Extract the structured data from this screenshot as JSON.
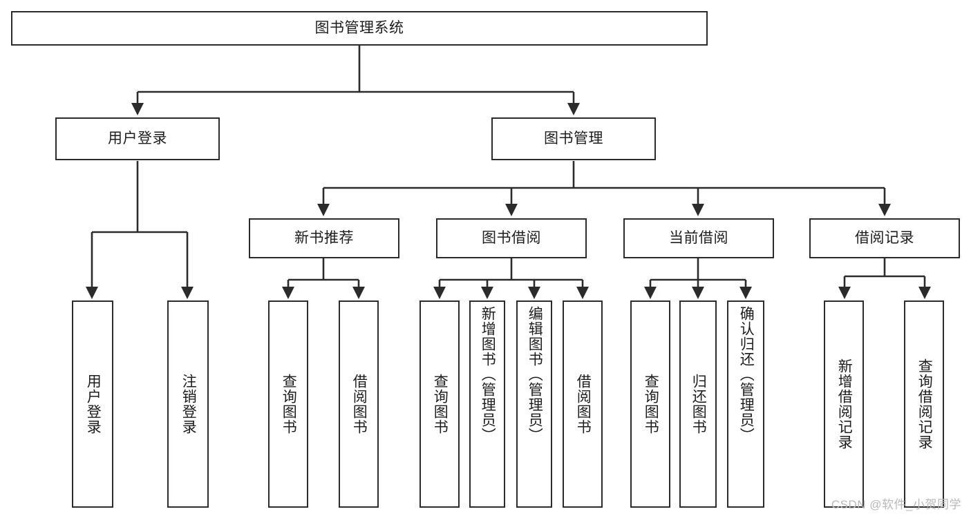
{
  "diagram": {
    "title": "图书管理系统",
    "type": "tree",
    "watermark": "CSDN @软件_小贺同学",
    "colors": {
      "node_border": "#2b2b2b",
      "node_fill": "#ffffff",
      "edge": "#2b2b2b",
      "text": "#1d1d1d",
      "watermark": "#b9b9b9",
      "background": "#ffffff"
    },
    "nodes": {
      "root": {
        "label": "图书管理系统",
        "level": 1,
        "orientation": "horizontal"
      },
      "l2_0": {
        "label": "用户登录",
        "level": 2,
        "orientation": "horizontal"
      },
      "l2_1": {
        "label": "图书管理",
        "level": 2,
        "orientation": "horizontal"
      },
      "l3_0": {
        "label": "新书推荐",
        "level": 3,
        "orientation": "horizontal"
      },
      "l3_1": {
        "label": "图书借阅",
        "level": 3,
        "orientation": "horizontal"
      },
      "l3_2": {
        "label": "当前借阅",
        "level": 3,
        "orientation": "horizontal"
      },
      "l3_3": {
        "label": "借阅记录",
        "level": 3,
        "orientation": "horizontal"
      },
      "leaf_0": {
        "label": "用户登录",
        "level": 4,
        "orientation": "vertical",
        "parent": "用户登录"
      },
      "leaf_1": {
        "label": "注销登录",
        "level": 4,
        "orientation": "vertical",
        "parent": "用户登录"
      },
      "leaf_2": {
        "label": "查询图书",
        "level": 4,
        "orientation": "vertical",
        "parent": "新书推荐"
      },
      "leaf_3": {
        "label": "借阅图书",
        "level": 4,
        "orientation": "vertical",
        "parent": "新书推荐"
      },
      "leaf_4": {
        "label": "查询图书",
        "level": 4,
        "orientation": "vertical",
        "parent": "图书借阅"
      },
      "leaf_5": {
        "label": "新增图书（管理员）",
        "level": 4,
        "orientation": "vertical",
        "parent": "图书借阅"
      },
      "leaf_6": {
        "label": "编辑图书（管理员）",
        "level": 4,
        "orientation": "vertical",
        "parent": "图书借阅"
      },
      "leaf_7": {
        "label": "借阅图书",
        "level": 4,
        "orientation": "vertical",
        "parent": "图书借阅"
      },
      "leaf_8": {
        "label": "查询图书",
        "level": 4,
        "orientation": "vertical",
        "parent": "当前借阅"
      },
      "leaf_9": {
        "label": "归还图书",
        "level": 4,
        "orientation": "vertical",
        "parent": "当前借阅"
      },
      "leaf_10": {
        "label": "确认归还（管理员）",
        "level": 4,
        "orientation": "vertical",
        "parent": "当前借阅"
      },
      "leaf_11": {
        "label": "新增借阅记录",
        "level": 4,
        "orientation": "vertical",
        "parent": "借阅记录"
      },
      "leaf_12": {
        "label": "查询借阅记录",
        "level": 4,
        "orientation": "vertical",
        "parent": "借阅记录"
      }
    },
    "edges": [
      {
        "from": "图书管理系统",
        "to": "用户登录"
      },
      {
        "from": "图书管理系统",
        "to": "图书管理"
      },
      {
        "from": "用户登录",
        "to": "用户登录"
      },
      {
        "from": "用户登录",
        "to": "注销登录"
      },
      {
        "from": "图书管理",
        "to": "新书推荐"
      },
      {
        "from": "图书管理",
        "to": "图书借阅"
      },
      {
        "from": "图书管理",
        "to": "当前借阅"
      },
      {
        "from": "图书管理",
        "to": "借阅记录"
      },
      {
        "from": "新书推荐",
        "to": "查询图书"
      },
      {
        "from": "新书推荐",
        "to": "借阅图书"
      },
      {
        "from": "图书借阅",
        "to": "查询图书"
      },
      {
        "from": "图书借阅",
        "to": "新增图书（管理员）"
      },
      {
        "from": "图书借阅",
        "to": "编辑图书（管理员）"
      },
      {
        "from": "图书借阅",
        "to": "借阅图书"
      },
      {
        "from": "当前借阅",
        "to": "查询图书"
      },
      {
        "from": "当前借阅",
        "to": "归还图书"
      },
      {
        "from": "当前借阅",
        "to": "确认归还（管理员）"
      },
      {
        "from": "借阅记录",
        "to": "新增借阅记录"
      },
      {
        "from": "借阅记录",
        "to": "查询借阅记录"
      }
    ]
  }
}
